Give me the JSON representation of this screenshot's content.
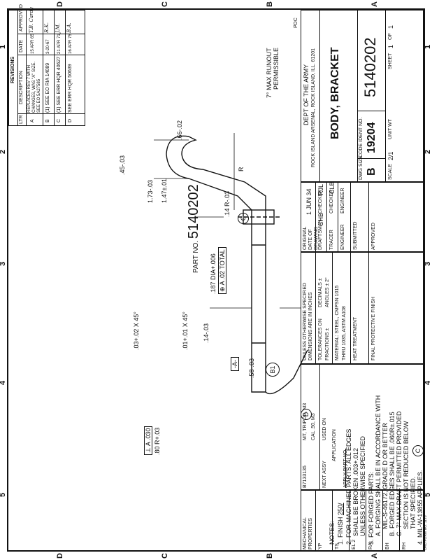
{
  "zones": {
    "top": [
      "5",
      "4",
      "3",
      "2",
      "1"
    ],
    "side": [
      "D",
      "C",
      "B",
      "A"
    ]
  },
  "notes": {
    "title": "NOTES:",
    "n1": "1. FINISH",
    "n1_value": "250/",
    "n2a": "2. FOR MACHINED PARTS: ALL EDGES",
    "n2b": "SHALL BE BROKEN .003+.012",
    "n2c": "UNLESS OTHERWISE SPECIFIED",
    "n3": "3. FOR FORGED PARTS:",
    "n3a1": "A. FORGING SHALL BE IN ACCORDANCE WITH",
    "n3a2": "MIL-S-46172, GRADE D OR BETTER",
    "n3b": "B. FORGED EDGES SHALL BE .060R±.015",
    "n3c1": "C. 7° MAX DRAFT PERMITTED PROVIDED",
    "n3c2": "SECTION IS NOT REDUCED BELOW",
    "n3c3": "THAT SPECIFIED.",
    "n4": "4. MIL-W-13855 APPLIES.",
    "flag_d": "D",
    "flag_c": "C"
  },
  "revisions": {
    "title": "REVISIONS",
    "headers": [
      "LTR",
      "DESCRIPTION",
      "DATE",
      "APPROVED"
    ],
    "rows": [
      {
        "ltr": "A",
        "desc": "REPLACES REV 7 WITH CHANGES, WAS \"A\" SIZE. SEE EO 5A27585",
        "date": "15 APR 65",
        "approved": "T.B. Cardy"
      },
      {
        "ltr": "B",
        "desc": "(1) SEE EO RIA 14089",
        "date": "3-20-67",
        "approved": "R.K."
      },
      {
        "ltr": "C",
        "desc": "(1) SEE ERR HQR 40627",
        "date": "21 APR 71",
        "approved": "J.M."
      },
      {
        "ltr": "D",
        "desc": "SEE ERR HQR 50639",
        "date": "16 APR 75",
        "approved": "B.A."
      }
    ]
  },
  "drawing": {
    "part_no_label": "PART NO.",
    "part_no": "5140202",
    "dims": {
      "d1": ".45-.03",
      "d2": ".66-.02",
      "d3": "R",
      "d4": ".14 R-.03",
      "d5": "1.47±.01",
      "d6": "1.73-.03",
      "d7": ".187 DIA+.006",
      "d8": "⊕ A .02 TOTAL",
      "d9": ".14-.03",
      "d10": ".01+.01 X 45°",
      "d11": ".03+.02 X 45°",
      "d12": ".58-.03",
      "d13": "-A-",
      "d14": ".80 R+.03",
      "d15": "⊥ A .030",
      "runout1": "7° MAX RUNOUT",
      "runout2": "PERMISSIBLE",
      "flag_b1": "B1",
      "flag_c": "C"
    }
  },
  "title_block": {
    "dept": "DEPT OF THE ARMY",
    "arsenal": "ROCK ISLAND ARSENAL, ROCK ISLAND, ILL. 61201",
    "title": "BODY, BRACKET",
    "tolerances_note1": "UNLESS OTHERWISE SPECIFIED",
    "tolerances_note2": "DIMENSIONS ARE IN INCHES",
    "tolerances_on": "TOLERANCES ON",
    "fractions": "FRACTIONS ±",
    "decimals": "DECIMALS ±",
    "angles": "ANGLES ± 2°",
    "material": "MATERIAL: STEEL, CMPSN 1015",
    "material2": "THRU 1035, ASTM A108",
    "heat": "HEAT TREATMENT",
    "finish": "FINAL PROTECTIVE FINISH",
    "orig_date_label": "ORIGINAL DATE OF DRAWING",
    "orig_date": "1 JUN 34",
    "draftsman_label": "DRAFTSMAN",
    "draftsman": "CHB",
    "checker_label": "CHECKER",
    "checker": "RJL",
    "tracer_label": "TRACER",
    "checker2": "CLB",
    "engineer_label": "ENGINEER",
    "submitted_label": "SUBMITTED",
    "approved_label": "APPROVED",
    "dwg_size_label": "DWG SIZE",
    "dwg_size": "B",
    "code_ident_label": "CODE IDENT NO.",
    "code_ident": "19204",
    "dwg_no": "5140202",
    "scale_label": "SCALE",
    "scale": "2/1",
    "unit_wt_label": "UNIT WT",
    "sheet_label": "SHEET",
    "sheet_of": "1",
    "sheet_total": "1",
    "corner": "PDC"
  },
  "application": {
    "refs": [
      "B7133135",
      "MT, TRIPOD, M3"
    ],
    "refs2": [
      "",
      "CAL .50, M3"
    ],
    "next_assy": "NEXT ASSY",
    "used_on": "USED ON",
    "title": "APPLICATION",
    "appl_note": "APPLY-PART-NO."
  },
  "mech_props": {
    "title": "MECHANICAL PROPERTIES",
    "rows": [
      "YP",
      "TS",
      "EL 2",
      "RA",
      "BH",
      "RH"
    ]
  },
  "footer": "ORD FORM NO. 1178"
}
